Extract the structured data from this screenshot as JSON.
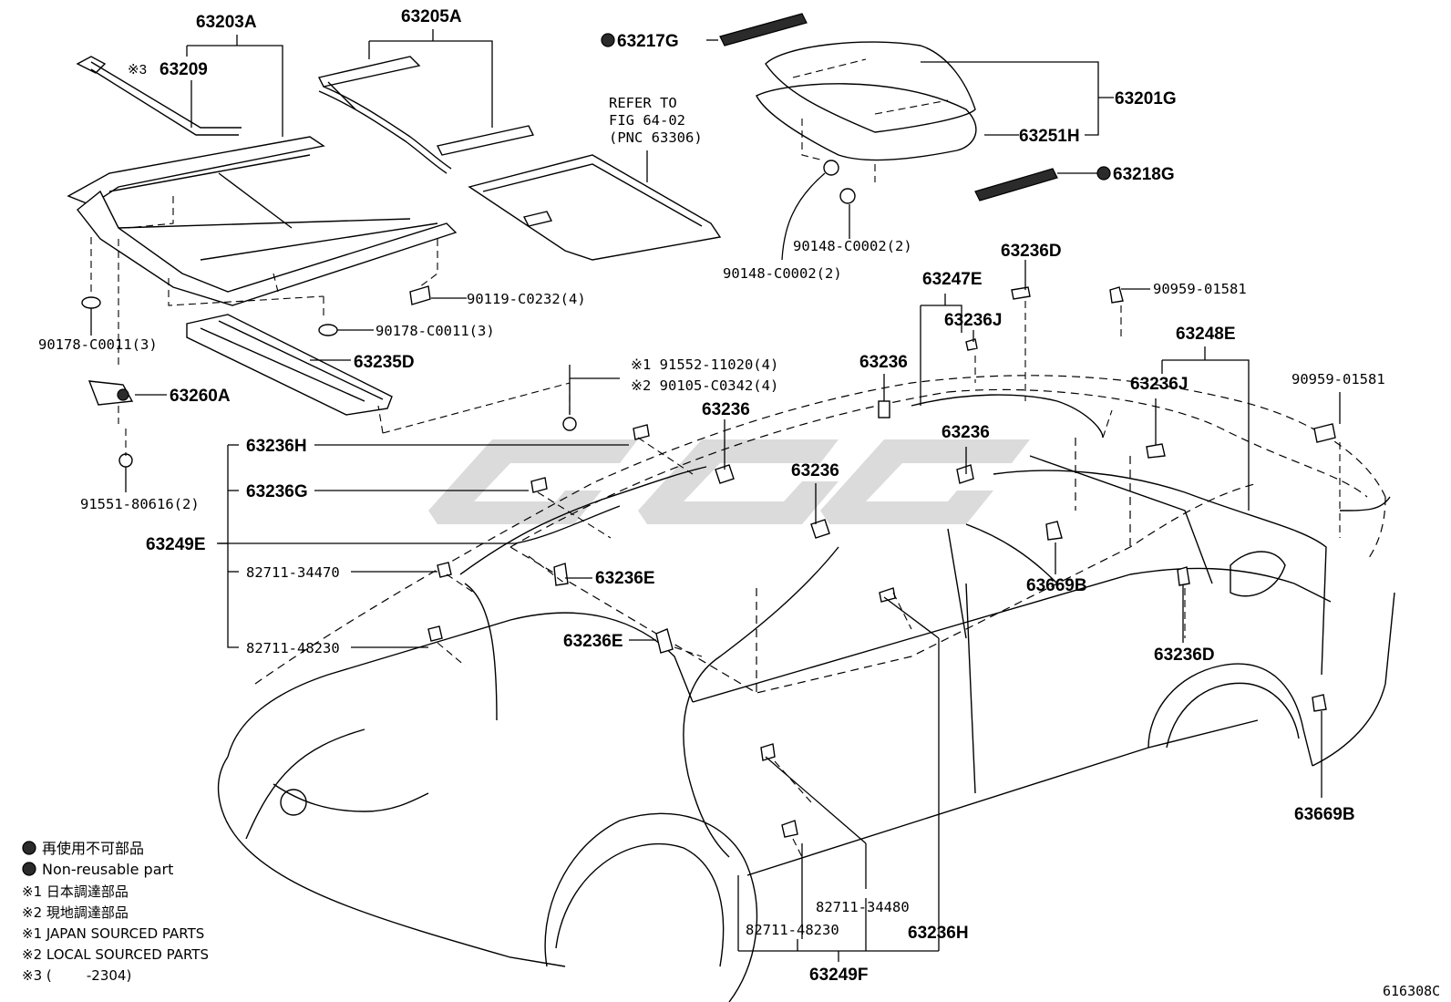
{
  "diagram": {
    "figure_code": "616308C",
    "labels": {
      "l63203A": "63203A",
      "l63209": "63209",
      "l63209_note": "※3",
      "l63205A": "63205A",
      "l63217G": "63217G",
      "l63201G": "63201G",
      "l63251H": "63251H",
      "l63218G": "63218G",
      "ref1": "REFER TO",
      "ref2": "FIG 64-02",
      "ref3": "(PNC 63306)",
      "l90148a": "90148-C0002(2)",
      "l90148b": "90148-C0002(2)",
      "l90119": "90119-C0232(4)",
      "l90178a": "90178-C0011(3)",
      "l90178b": "90178-C0011(3)",
      "l63235D": "63235D",
      "l63260A": "63260A",
      "l91551": "91551-80616(2)",
      "l91552": "※1 91552-11020(4)",
      "l90105": "※2 90105-C0342(4)",
      "l63236D_top": "63236D",
      "l63247E": "63247E",
      "l63236J_a": "63236J",
      "l90959_a": "90959-01581",
      "l63248E": "63248E",
      "l63236_a": "63236",
      "l63236_b": "63236",
      "l63236_c": "63236",
      "l63236_d": "63236",
      "l63236J_b": "63236J",
      "l90959_b": "90959-01581",
      "l63236H_a": "63236H",
      "l63236G": "63236G",
      "l63249E": "63249E",
      "l82711_34470": "82711-34470",
      "l63236E_a": "63236E",
      "l82711_48230_a": "82711-48230",
      "l63236E_b": "63236E",
      "l63669B_a": "63669B",
      "l63236D_b": "63236D",
      "l63669B_b": "63669B",
      "l82711_34480": "82711-34480",
      "l82711_48230_b": "82711-48230",
      "l63236H_b": "63236H",
      "l63249F": "63249F"
    },
    "legend": {
      "line1": "再使用不可部品",
      "line2": "Non-reusable part",
      "line3": "※1 日本調達部品",
      "line4": "※2 現地調達部品",
      "line5": "※1 JAPAN SOURCED PARTS",
      "line6": "※2 LOCAL SOURCED PARTS",
      "line7": "※3 (        -2304)"
    }
  }
}
